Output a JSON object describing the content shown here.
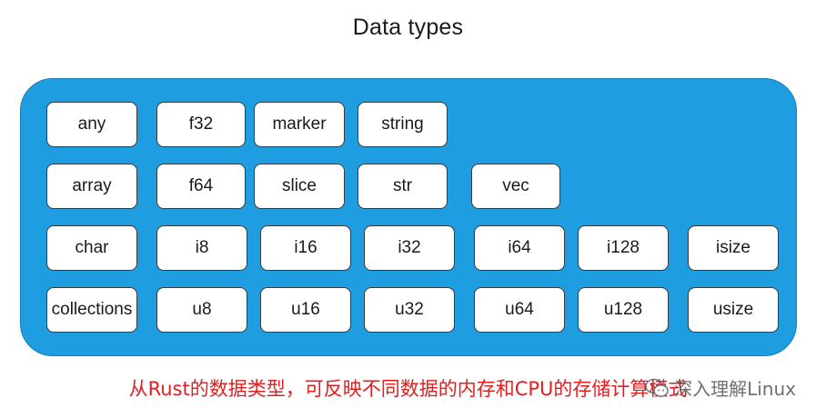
{
  "title": "Data types",
  "boxes": {
    "any": "any",
    "f32": "f32",
    "marker": "marker",
    "string": "string",
    "array": "array",
    "f64": "f64",
    "slice": "slice",
    "str": "str",
    "vec": "vec",
    "char": "char",
    "i8": "i8",
    "i16": "i16",
    "i32": "i32",
    "i64": "i64",
    "i128": "i128",
    "isize": "isize",
    "collections": "collections",
    "u8": "u8",
    "u16": "u16",
    "u32": "u32",
    "u64": "u64",
    "u128": "u128",
    "usize": "usize"
  },
  "caption": "从Rust的数据类型，可反映不同数据的内存和CPU的存储计算模式",
  "watermark": {
    "text": "深入理解Linux",
    "icon": "wechat-icon"
  },
  "colors": {
    "panel": "#1e9ee0",
    "caption": "#e02020"
  }
}
